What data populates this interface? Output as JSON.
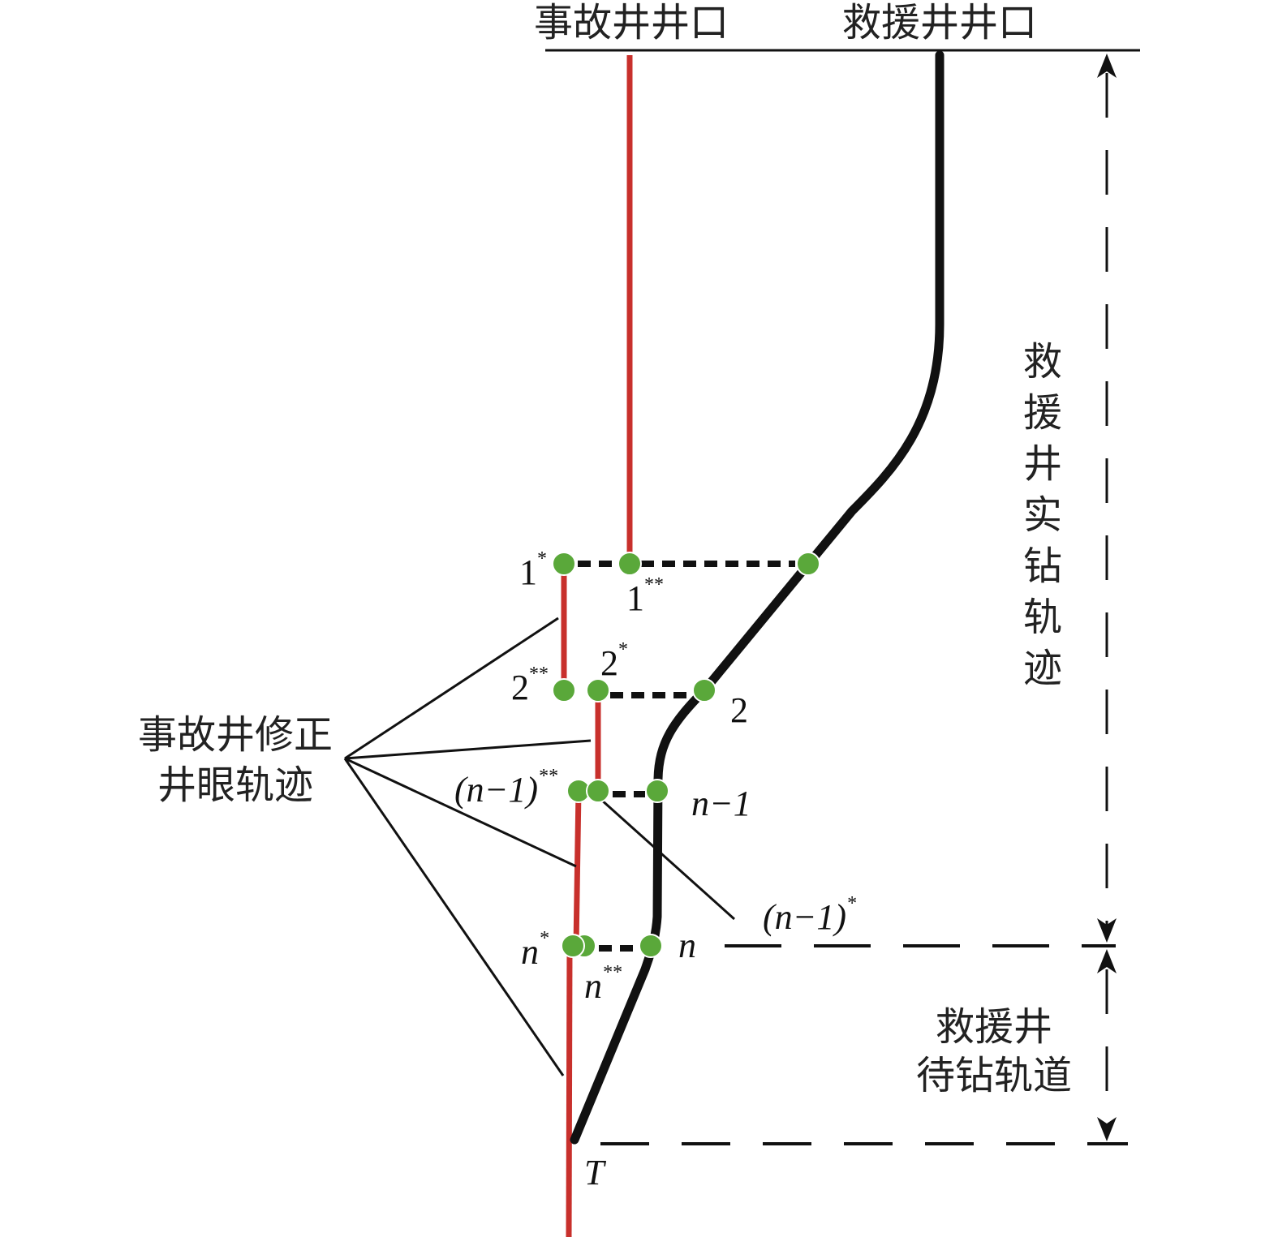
{
  "labels": {
    "accident_wellhead": "事故井井口",
    "relief_wellhead": "救援井井口",
    "relief_drilled": [
      "救",
      "援",
      "井",
      "实",
      "钻",
      "轨",
      "迹"
    ],
    "corrected_1": "事故井修正",
    "corrected_2": "井眼轨迹",
    "relief_todrill_1": "救援井",
    "relief_todrill_2": "待钻轨道"
  },
  "points": {
    "p1s": "1",
    "p1s_sup": "*",
    "p1ss": "1",
    "p1ss_sup": "**",
    "p2s": "2",
    "p2s_sup": "*",
    "p2ss": "2",
    "p2ss_sup": "**",
    "p2": "2",
    "pn1ss": "(n−1)",
    "pn1ss_sup": "**",
    "pn1": "n−1",
    "pn1s": "(n−1)",
    "pn1s_sup": "*",
    "pn": "n",
    "pns": "n",
    "pns_sup": "*",
    "pnss": "n",
    "pnss_sup": "**",
    "target": "T"
  },
  "colors": {
    "accident_well": "#c8302c",
    "relief_well": "#111111",
    "point": "#5aa83a"
  }
}
